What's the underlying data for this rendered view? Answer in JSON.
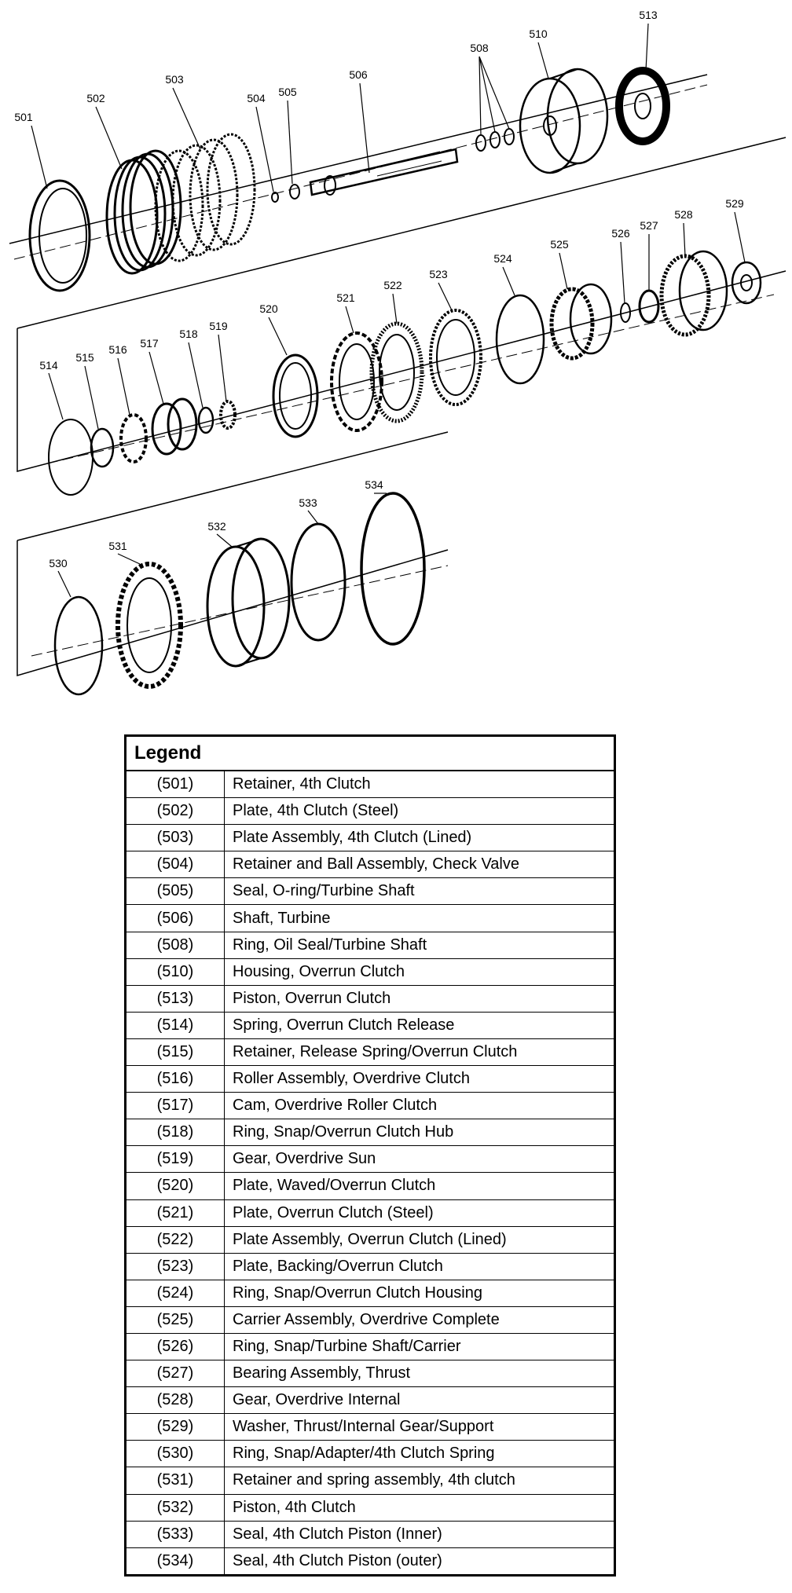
{
  "callouts": {
    "c501": "501",
    "c502": "502",
    "c503": "503",
    "c504": "504",
    "c505": "505",
    "c506": "506",
    "c508": "508",
    "c510": "510",
    "c513": "513",
    "c514": "514",
    "c515": "515",
    "c516": "516",
    "c517": "517",
    "c518": "518",
    "c519": "519",
    "c520": "520",
    "c521": "521",
    "c522": "522",
    "c523": "523",
    "c524": "524",
    "c525": "525",
    "c526": "526",
    "c527": "527",
    "c528": "528",
    "c529": "529",
    "c530": "530",
    "c531": "531",
    "c532": "532",
    "c533": "533",
    "c534": "534"
  },
  "legend": {
    "title": "Legend",
    "rows": [
      {
        "num": "(501)",
        "desc": "Retainer, 4th Clutch"
      },
      {
        "num": "(502)",
        "desc": "Plate, 4th Clutch (Steel)"
      },
      {
        "num": "(503)",
        "desc": "Plate Assembly, 4th Clutch (Lined)"
      },
      {
        "num": "(504)",
        "desc": "Retainer and Ball Assembly, Check Valve"
      },
      {
        "num": "(505)",
        "desc": "Seal, O-ring/Turbine Shaft"
      },
      {
        "num": "(506)",
        "desc": "Shaft, Turbine"
      },
      {
        "num": "(508)",
        "desc": "Ring, Oil Seal/Turbine Shaft"
      },
      {
        "num": "(510)",
        "desc": "Housing, Overrun Clutch"
      },
      {
        "num": "(513)",
        "desc": "Piston, Overrun Clutch"
      },
      {
        "num": "(514)",
        "desc": "Spring, Overrun Clutch Release"
      },
      {
        "num": "(515)",
        "desc": "Retainer, Release Spring/Overrun Clutch"
      },
      {
        "num": "(516)",
        "desc": "Roller Assembly, Overdrive Clutch"
      },
      {
        "num": "(517)",
        "desc": "Cam, Overdrive Roller Clutch"
      },
      {
        "num": "(518)",
        "desc": "Ring, Snap/Overrun Clutch Hub"
      },
      {
        "num": "(519)",
        "desc": "Gear, Overdrive Sun"
      },
      {
        "num": "(520)",
        "desc": "Plate, Waved/Overrun Clutch"
      },
      {
        "num": "(521)",
        "desc": "Plate, Overrun Clutch (Steel)"
      },
      {
        "num": "(522)",
        "desc": "Plate Assembly, Overrun Clutch (Lined)"
      },
      {
        "num": "(523)",
        "desc": "Plate, Backing/Overrun Clutch"
      },
      {
        "num": "(524)",
        "desc": "Ring, Snap/Overrun Clutch Housing"
      },
      {
        "num": "(525)",
        "desc": "Carrier Assembly, Overdrive Complete"
      },
      {
        "num": "(526)",
        "desc": "Ring, Snap/Turbine Shaft/Carrier"
      },
      {
        "num": "(527)",
        "desc": "Bearing Assembly, Thrust"
      },
      {
        "num": "(528)",
        "desc": "Gear, Overdrive Internal"
      },
      {
        "num": "(529)",
        "desc": "Washer, Thrust/Internal Gear/Support"
      },
      {
        "num": "(530)",
        "desc": "Ring, Snap/Adapter/4th Clutch Spring"
      },
      {
        "num": "(531)",
        "desc": "Retainer and spring assembly, 4th clutch"
      },
      {
        "num": "(532)",
        "desc": "Piston, 4th Clutch"
      },
      {
        "num": "(533)",
        "desc": "Seal, 4th Clutch Piston (Inner)"
      },
      {
        "num": "(534)",
        "desc": "Seal, 4th Clutch Piston (outer)"
      }
    ]
  }
}
